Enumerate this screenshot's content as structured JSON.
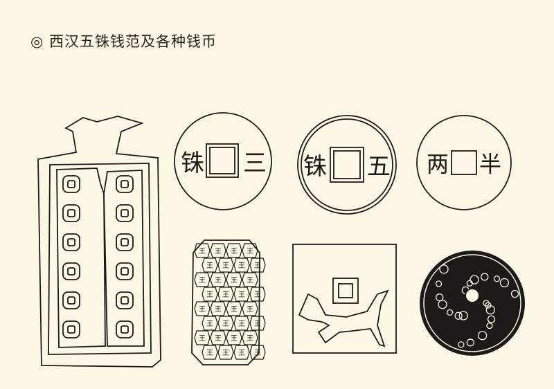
{
  "title": "◎ 西汉五铢钱范及各种钱币",
  "coins": [
    {
      "left": "铢",
      "right": "三"
    },
    {
      "left": "铢",
      "right": "五"
    },
    {
      "left": "两",
      "right": "半"
    }
  ],
  "plaque_glyph": "王",
  "colors": {
    "background": "#fcf6e4",
    "ink": "#1c1a18"
  }
}
